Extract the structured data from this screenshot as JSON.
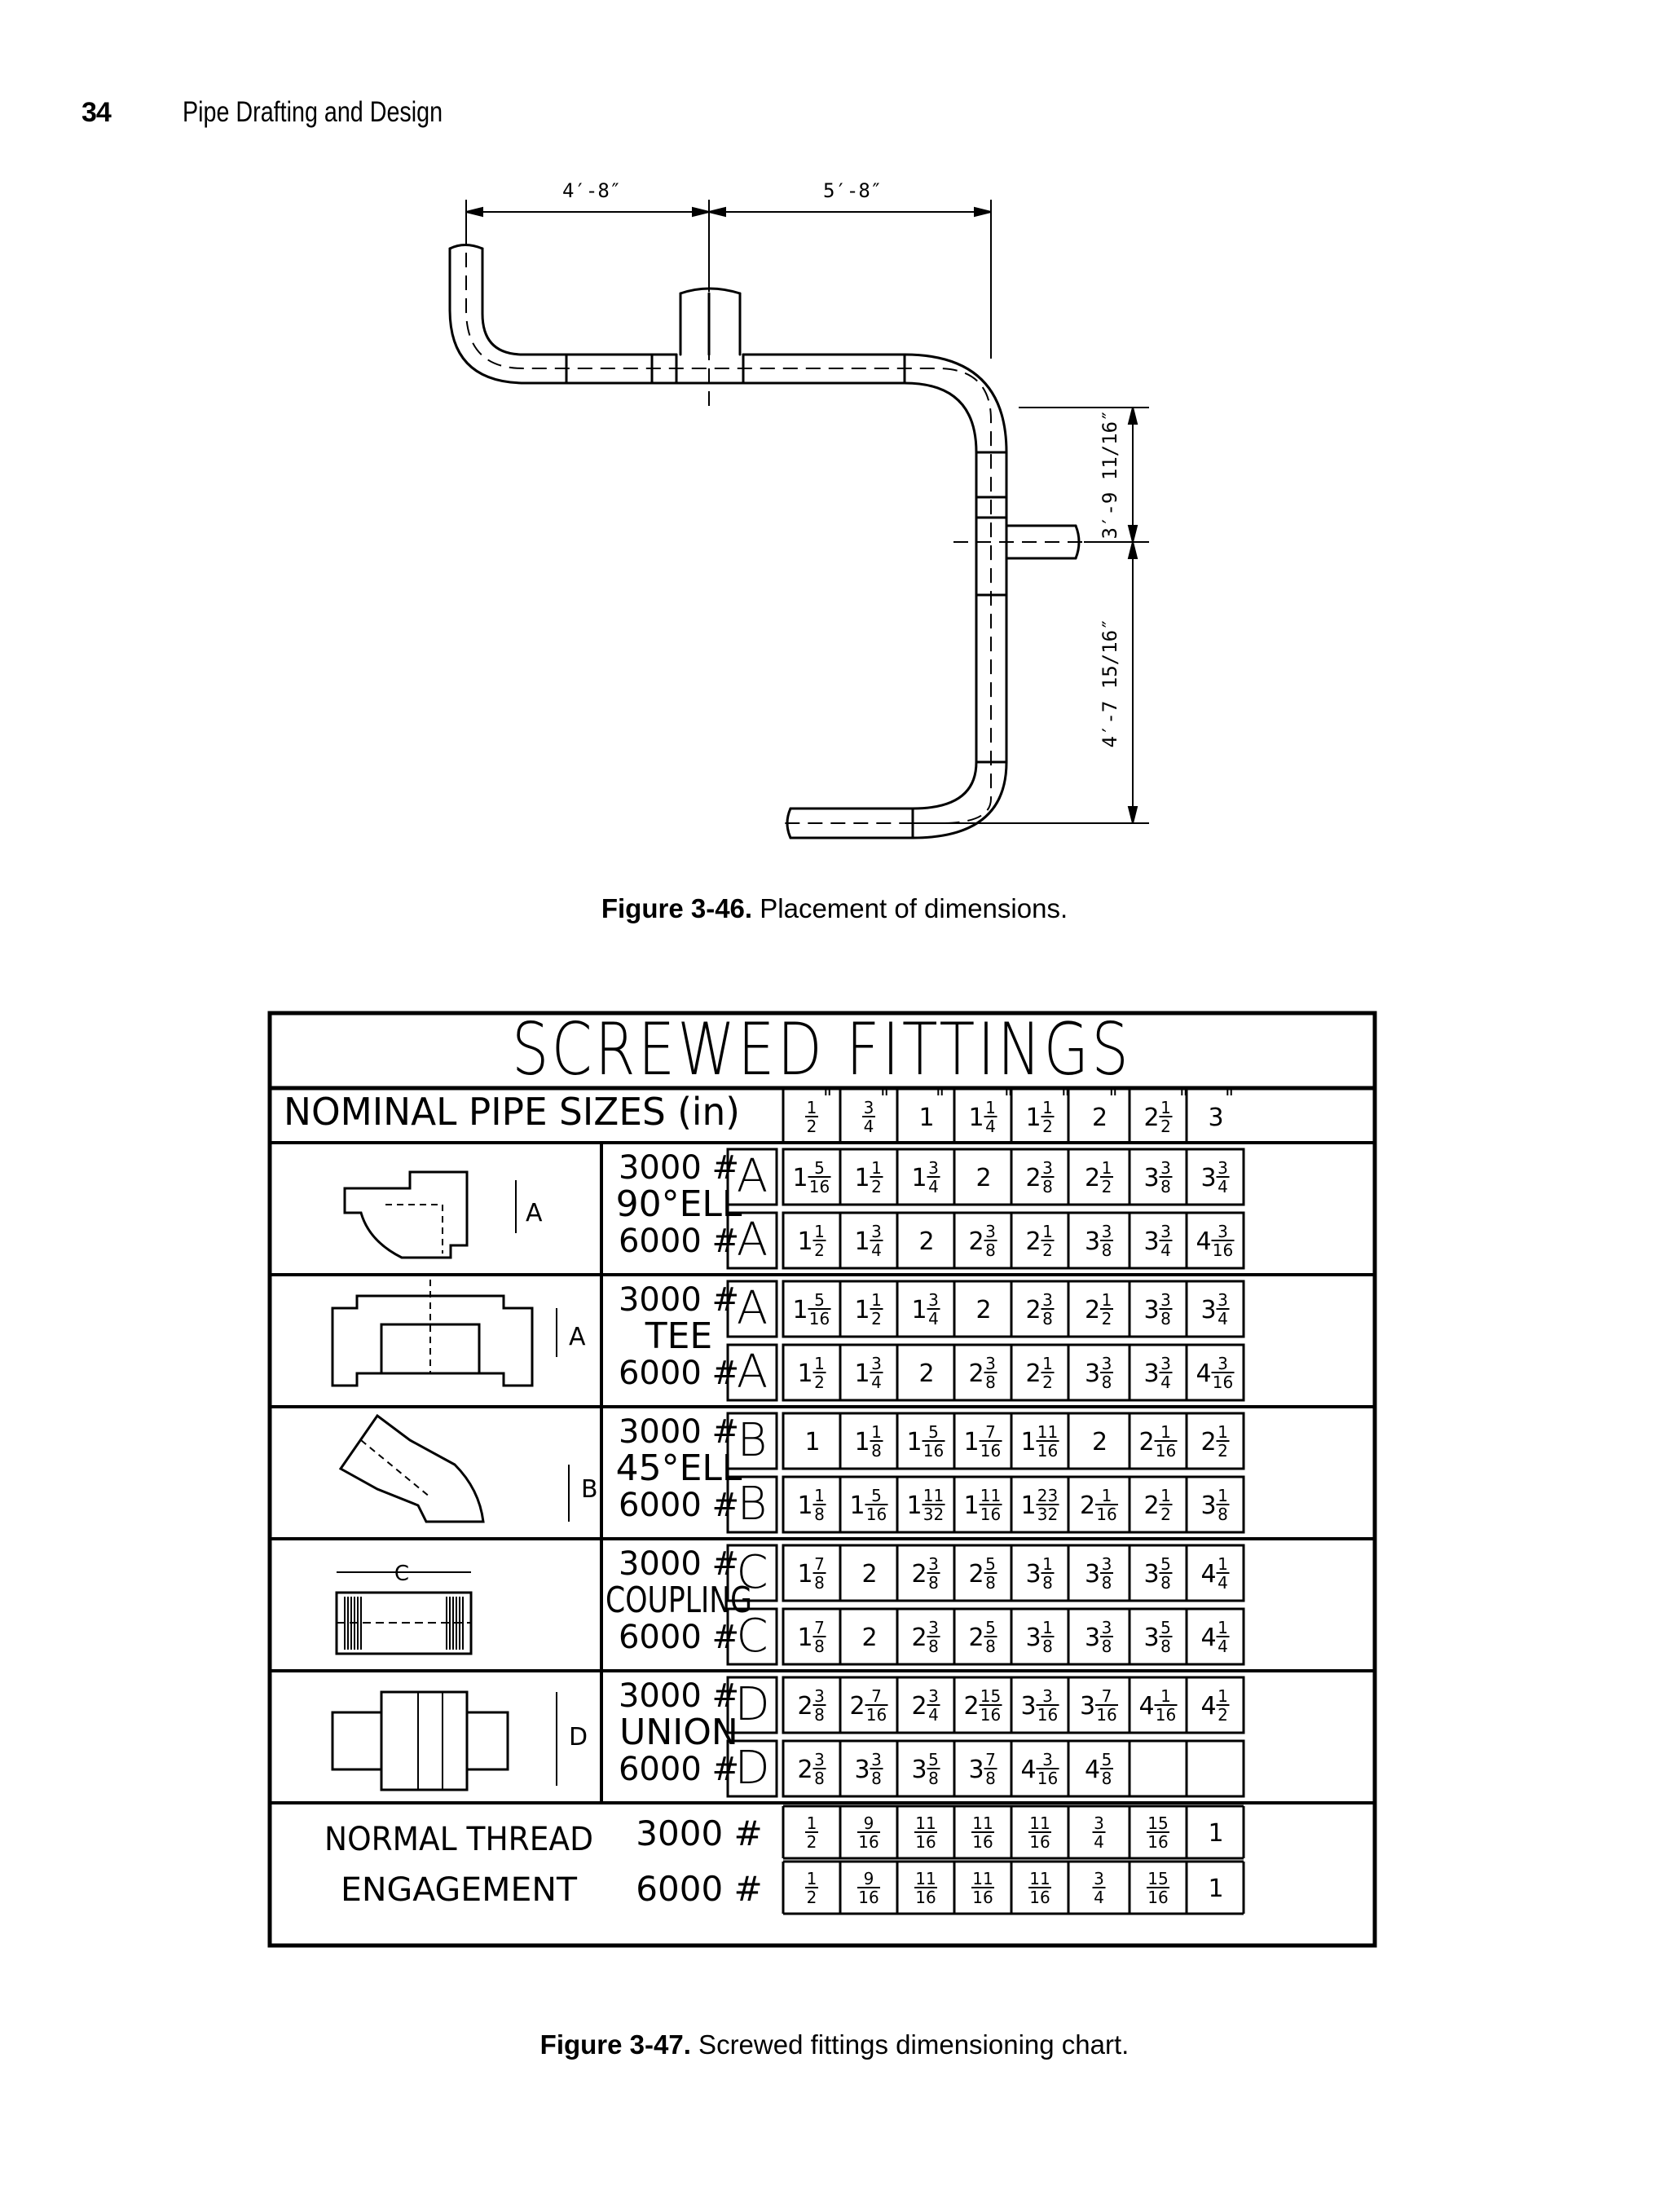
{
  "header": {
    "page_number": "34",
    "running_title": "Pipe Drafting and Design"
  },
  "figure_346": {
    "dims": {
      "top_left": "4′-8″",
      "top_right": "5′-8″",
      "side_upper": "3′-9 11/16″",
      "side_lower": "4′-7 15/16″"
    },
    "caption_label": "Figure 3-46.",
    "caption_text": " Placement of dimensions."
  },
  "figure_347": {
    "title": "SCREWED FITTINGS",
    "sizes_header": "NOMINAL PIPE SIZES (in)",
    "sizes": [
      "1/2\"",
      "3/4\"",
      "1\"",
      "1 1/4\"",
      "1 1/2\"",
      "2\"",
      "2 1/2\"",
      "3\""
    ],
    "fittings": [
      {
        "name": "90°ELL",
        "icon": "elbow-90-icon",
        "rows": [
          {
            "rating": "3000 #",
            "letter": "A",
            "values": [
              "1 5/16",
              "1 1/2",
              "1 3/4",
              "2",
              "2 3/8",
              "2 1/2",
              "3 3/8",
              "3 3/4"
            ]
          },
          {
            "rating": "6000 #",
            "letter": "A",
            "values": [
              "1 1/2",
              "1 3/4",
              "2",
              "2 3/8",
              "2 1/2",
              "3 3/8",
              "3 3/4",
              "4 3/16"
            ]
          }
        ]
      },
      {
        "name": "TEE",
        "icon": "tee-icon",
        "rows": [
          {
            "rating": "3000 #",
            "letter": "A",
            "values": [
              "1 5/16",
              "1 1/2",
              "1 3/4",
              "2",
              "2 3/8",
              "2 1/2",
              "3 3/8",
              "3 3/4"
            ]
          },
          {
            "rating": "6000 #",
            "letter": "A",
            "values": [
              "1 1/2",
              "1 3/4",
              "2",
              "2 3/8",
              "2 1/2",
              "3 3/8",
              "3 3/4",
              "4 3/16"
            ]
          }
        ]
      },
      {
        "name": "45°ELL",
        "icon": "elbow-45-icon",
        "rows": [
          {
            "rating": "3000 #",
            "letter": "B",
            "values": [
              "1",
              "1 1/8",
              "1 5/16",
              "1 7/16",
              "1 11/16",
              "2",
              "2 1/16",
              "2 1/2"
            ]
          },
          {
            "rating": "6000 #",
            "letter": "B",
            "values": [
              "1 1/8",
              "1 5/16",
              "1 11/32",
              "1 11/16",
              "1 23/32",
              "2 1/16",
              "2 1/2",
              "3 1/8"
            ]
          }
        ]
      },
      {
        "name": "COUPLING",
        "icon": "coupling-icon",
        "rows": [
          {
            "rating": "3000 #",
            "letter": "C",
            "values": [
              "1 7/8",
              "2",
              "2 3/8",
              "2 5/8",
              "3 1/8",
              "3 3/8",
              "3 5/8",
              "4 1/4"
            ]
          },
          {
            "rating": "6000 #",
            "letter": "C",
            "values": [
              "1 7/8",
              "2",
              "2 3/8",
              "2 5/8",
              "3 1/8",
              "3 3/8",
              "3 5/8",
              "4 1/4"
            ]
          }
        ]
      },
      {
        "name": "UNION",
        "icon": "union-icon",
        "rows": [
          {
            "rating": "3000 #",
            "letter": "D",
            "values": [
              "2 3/8",
              "2 7/16",
              "2 3/4",
              "2 15/16",
              "3 3/16",
              "3 7/16",
              "4 1/16",
              "4 1/2"
            ]
          },
          {
            "rating": "6000 #",
            "letter": "D",
            "values": [
              "2 3/8",
              "3 3/8",
              "3 5/8",
              "3 7/8",
              "4 3/16",
              "4 5/8",
              "",
              ""
            ]
          }
        ]
      }
    ],
    "thread": {
      "label_line1": "NORMAL THREAD",
      "label_line2": "ENGAGEMENT",
      "rows": [
        {
          "rating": "3000 #",
          "values": [
            "1/2",
            "9/16",
            "11/16",
            "11/16",
            "11/16",
            "3/4",
            "15/16",
            "1"
          ]
        },
        {
          "rating": "6000 #",
          "values": [
            "1/2",
            "9/16",
            "11/16",
            "11/16",
            "11/16",
            "3/4",
            "15/16",
            "1"
          ]
        }
      ]
    },
    "icon_labels": {
      "elbow90": "A",
      "tee": "A",
      "elbow45": "B",
      "coupling": "C",
      "union": "D"
    },
    "caption_label": "Figure 3-47.",
    "caption_text": " Screwed fittings dimensioning chart."
  }
}
